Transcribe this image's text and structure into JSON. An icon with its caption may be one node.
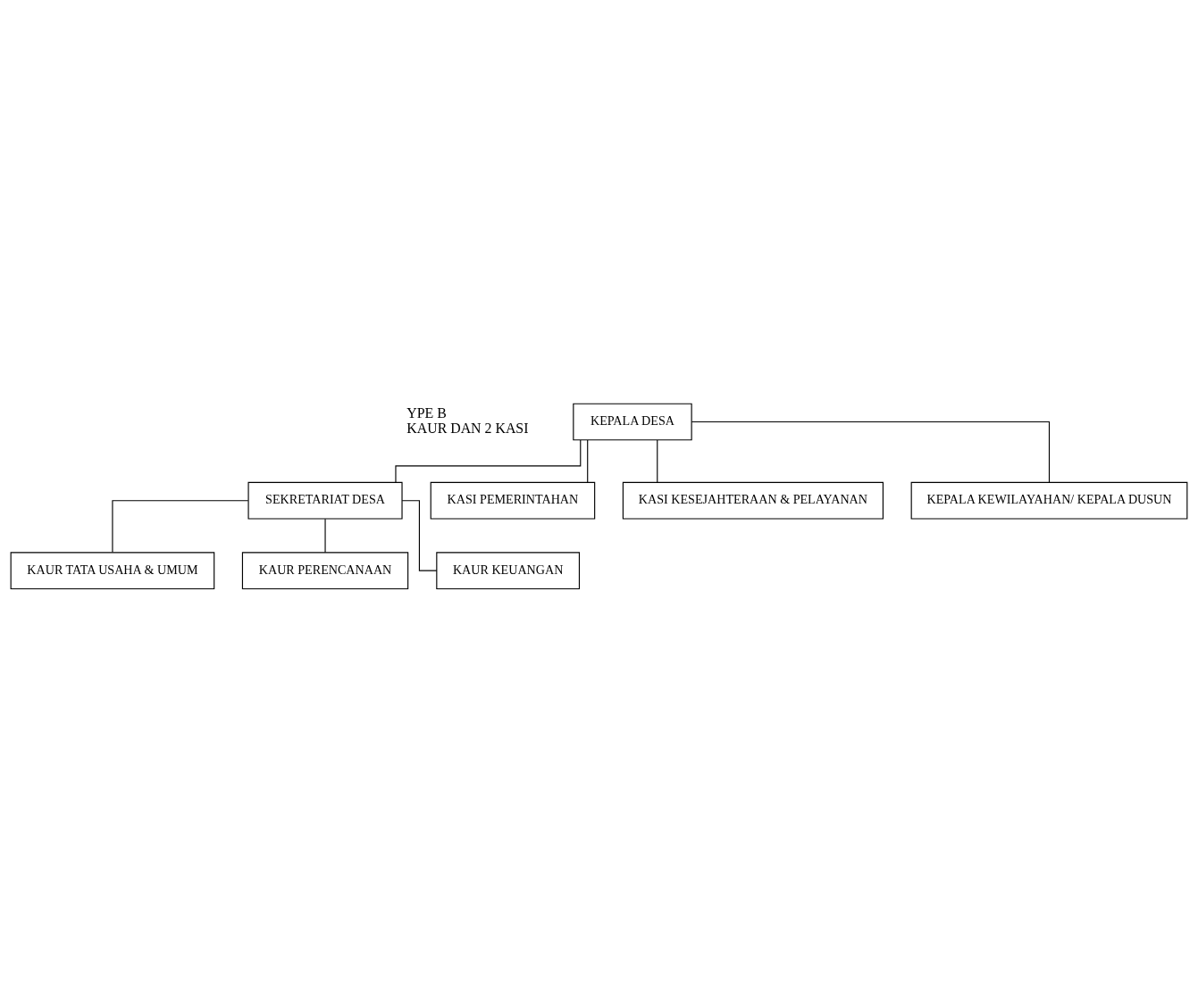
{
  "diagram": {
    "nodes": [
      {
        "text": [
          "KEPALA DESA"
        ]
      },
      {
        "text": [
          "SEKRETARIAT DESA"
        ]
      },
      {
        "text": [
          "KAUR TATA USAHA & UMUM"
        ]
      },
      {
        "text": [
          "KAUR PERENCANAAN"
        ]
      },
      {
        "text": [
          "KAUR KEUANGAN"
        ]
      },
      {
        "text": [
          "KASI PEMERINTAHAN"
        ]
      },
      {
        "text": [
          "KASI KESEJAHTERAAN & PELAYANAN"
        ]
      },
      {
        "text": [
          "KEPALA KEWILAYAHAN/ KEPALA DUSUN"
        ]
      }
    ],
    "edges": [
      {
        "from": 0,
        "to": 1,
        "arrow": "none"
      },
      {
        "from": 1,
        "to": 2,
        "arrow": "none"
      },
      {
        "from": 1,
        "to": 3,
        "arrow": "none"
      },
      {
        "from": 1,
        "to": 4,
        "arrow": "none"
      },
      {
        "from": 0,
        "to": 5,
        "arrow": "none"
      },
      {
        "from": 0,
        "to": 6,
        "arrow": "none"
      },
      {
        "from": 0,
        "to": 7,
        "arrow": "none"
      }
    ],
    "labels": [
      "YPE B",
      "KAUR DAN 2 KASI"
    ]
  }
}
